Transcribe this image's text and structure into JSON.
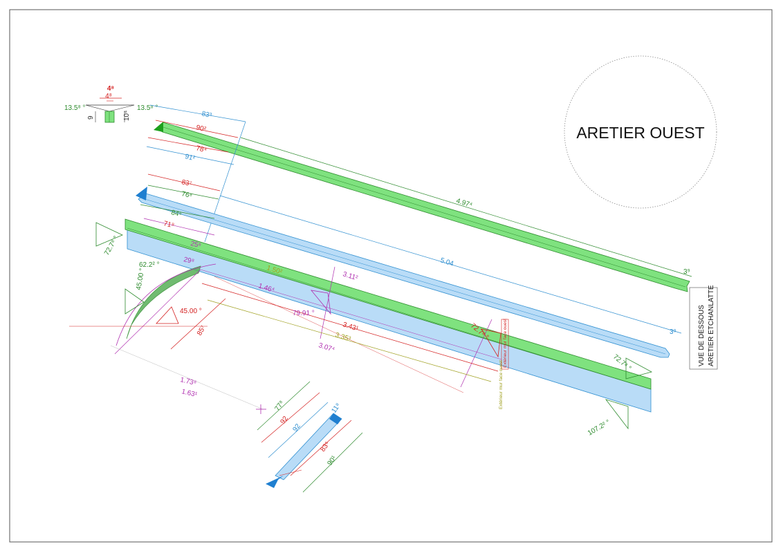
{
  "title": "ARETIER OUEST",
  "view_label_1": "VUE DE DESSOUS",
  "view_label_2": "ARETIER ETCHANLATTE",
  "colors": {
    "green": "#2e8b2e",
    "red": "#d42020",
    "blue": "#2f8fd0",
    "magenta": "#b030b0",
    "olive": "#a0a020",
    "green_fill": "#7fe27f",
    "blue_fill": "#b9dcf7"
  },
  "dims": {
    "top_4a": "4⁸",
    "top_4b": "4⁸",
    "angle_left": "13.5⁸ °",
    "angle_right": "13.5⁸ °",
    "h9": "9",
    "h10": "10⁴",
    "b1_83": "83³",
    "b1_90": "90²",
    "b1_78": "78⁴",
    "b1_91": "91²",
    "b1_len": "4.97⁴",
    "b1_end": "3⁹",
    "b2_83": "83⁷",
    "b2_76": "76⁸",
    "b2_84": "84⁶",
    "b2_len": "5.04",
    "b2_end": "3⁹",
    "b3_71": "71⁹",
    "b3_25": "25⁶",
    "b3_29": "29⁸",
    "b3_150": "1.50²",
    "b3_146": "1.46⁴",
    "b3_311": "3.11²",
    "b3_7991": "79.91 °",
    "b3_343": "3.43¹",
    "b3_335": "3.35³",
    "b3_307": "3.07⁴",
    "b3_85": "85⁷",
    "b3_173": "1.73⁸",
    "b3_163": "1.63¹",
    "ang_7278a": "72.7⁸ °",
    "ang_622": "62.2² °",
    "ang_45a": "45.00 °",
    "ang_45b": "45.00 °",
    "ang_7278b": "72.7⁸ °",
    "ang_7278c": "72.7⁸ °",
    "ang_1072": "107.2² °",
    "sm_77": "77⁸",
    "sm_92a": "92",
    "sm_92b": "92",
    "sm_11": "11⁸",
    "sm_83": "83⁶",
    "sm_90": "90¹",
    "note_1": "Extérieur mur face ouest",
    "note_2": "Extérieur mur face ouest"
  }
}
